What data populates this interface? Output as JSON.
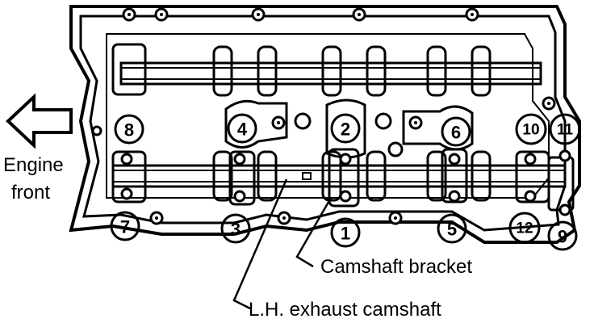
{
  "labels": {
    "engine_front_line1": "Engine",
    "engine_front_line2": "front",
    "camshaft_bracket": "Camshaft bracket",
    "lh_exhaust_camshaft": "L.H. exhaust camshaft"
  },
  "sequence": [
    "1",
    "2",
    "3",
    "4",
    "5",
    "6",
    "7",
    "8",
    "9",
    "10",
    "11",
    "12"
  ],
  "colors": {
    "ink": "#000000",
    "paper": "#ffffff"
  }
}
